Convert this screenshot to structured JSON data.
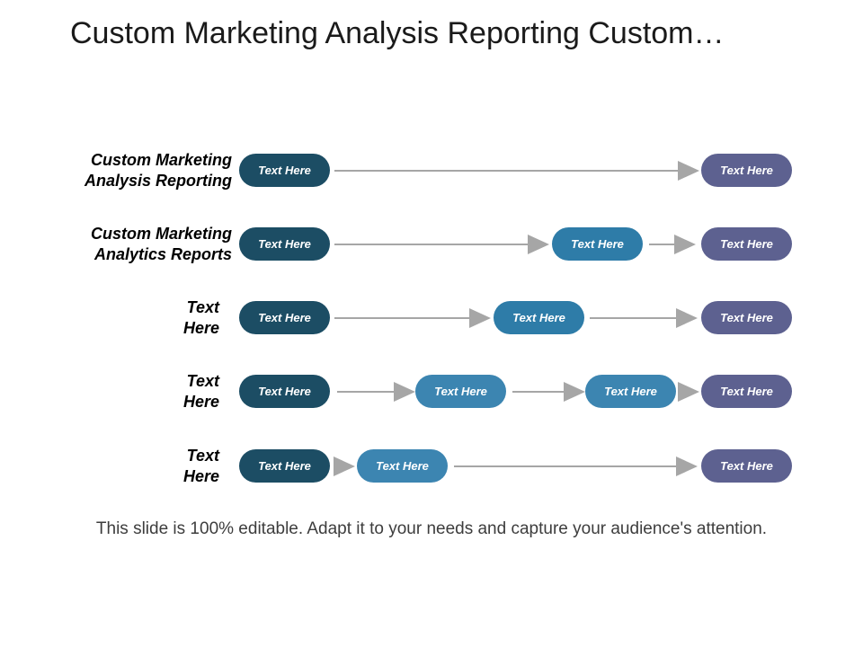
{
  "title": "Custom Marketing Analysis Reporting Custom…",
  "footer": "This slide is 100% editable. Adapt it to your needs and capture your audience's attention.",
  "colors": {
    "dark_teal": "#1C4D64",
    "medium_blue": "#2E7CA8",
    "light_blue": "#3C85B1",
    "purple": "#5D6190",
    "arrow_gray": "#A6A6A6"
  },
  "rows": [
    {
      "label": [
        "Custom Marketing",
        "Analysis Reporting"
      ],
      "pills": [
        "Text Here",
        "Text Here"
      ]
    },
    {
      "label": [
        "Custom Marketing",
        "Analytics Reports"
      ],
      "pills": [
        "Text Here",
        "Text Here",
        "Text Here"
      ]
    },
    {
      "label": [
        "Text",
        "Here"
      ],
      "pills": [
        "Text Here",
        "Text Here",
        "Text Here"
      ]
    },
    {
      "label": [
        "Text",
        "Here"
      ],
      "pills": [
        "Text Here",
        "Text Here",
        "Text Here",
        "Text Here"
      ]
    },
    {
      "label": [
        "Text",
        "Here"
      ],
      "pills": [
        "Text Here",
        "Text Here",
        "Text Here"
      ]
    }
  ]
}
